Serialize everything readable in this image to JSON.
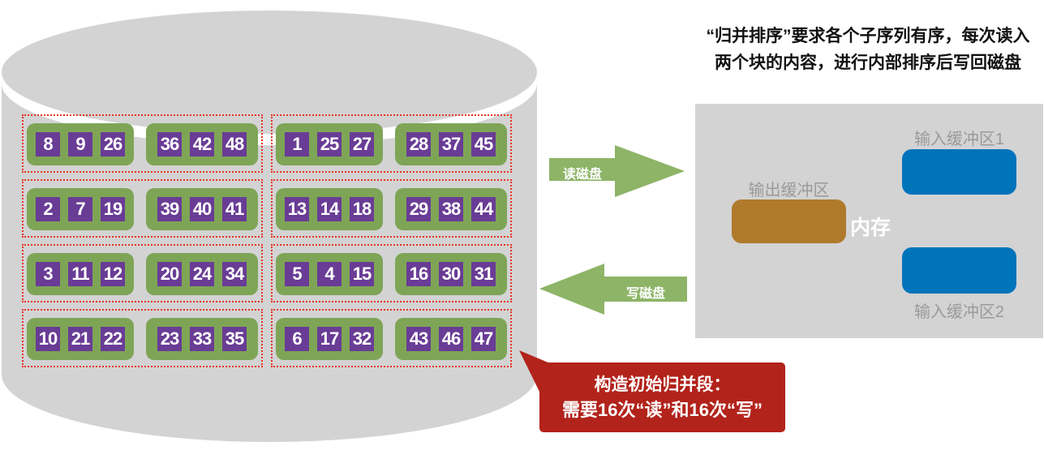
{
  "annotation_top": {
    "line1": "“归并排序”要求各个子序列有序，每次读入",
    "line2": "两个块的内容，进行内部排序后写回磁盘"
  },
  "disk": {
    "groups": [
      {
        "blocks": [
          [
            8,
            9,
            26
          ],
          [
            36,
            42,
            48
          ]
        ]
      },
      {
        "blocks": [
          [
            1,
            25,
            27
          ],
          [
            28,
            37,
            45
          ]
        ]
      },
      {
        "blocks": [
          [
            2,
            7,
            19
          ],
          [
            39,
            40,
            41
          ]
        ]
      },
      {
        "blocks": [
          [
            13,
            14,
            18
          ],
          [
            29,
            38,
            44
          ]
        ]
      },
      {
        "blocks": [
          [
            3,
            11,
            12
          ],
          [
            20,
            24,
            34
          ]
        ]
      },
      {
        "blocks": [
          [
            5,
            4,
            15
          ],
          [
            16,
            30,
            31
          ]
        ]
      },
      {
        "blocks": [
          [
            10,
            21,
            22
          ],
          [
            23,
            33,
            35
          ]
        ]
      },
      {
        "blocks": [
          [
            6,
            17,
            32
          ],
          [
            43,
            46,
            47
          ]
        ]
      }
    ]
  },
  "arrows": {
    "read_label": "读磁盘",
    "write_label": "写磁盘"
  },
  "memory": {
    "title": "内存",
    "output_buffer_label": "输出缓冲区",
    "input_buffer1_label": "输入缓冲区1",
    "input_buffer2_label": "输入缓冲区2"
  },
  "callout": {
    "line1": "构造初始归并段：",
    "line2": "需要16次“读”和16次“写”"
  },
  "colors": {
    "cylinder_gray": "#d3d3d4",
    "memory_gray": "#d3d3d4",
    "block_green": "#7ea556",
    "arrow_green": "#8db467",
    "record_purple": "#693c95",
    "dotted_red": "#e73421",
    "callout_red": "#b2231b",
    "buffer_blue": "#0074bb",
    "buffer_orange": "#b07a2d",
    "label_gray": "#9a9a9a"
  }
}
